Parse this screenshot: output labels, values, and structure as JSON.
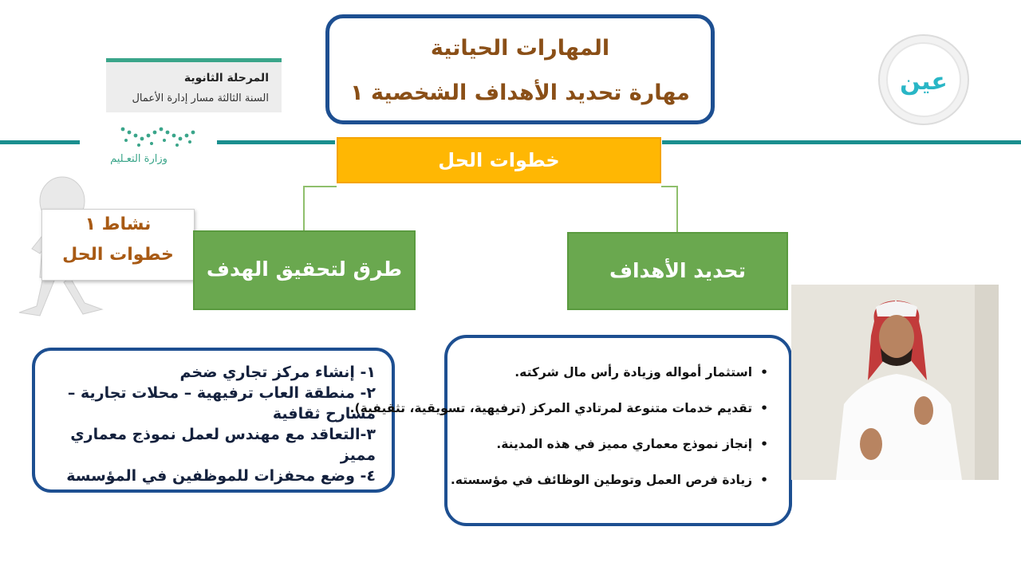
{
  "title": {
    "line1": "المهارات الحياتية",
    "line2": "مهارة تحديد الأهداف الشخصية ١"
  },
  "stage": {
    "line1": "المرحلة الثانوية",
    "line2": "السنة الثالثة مسار إدارة الأعمال"
  },
  "ministry": {
    "name": "وزارة التعـليم"
  },
  "logo": {
    "text": "عين"
  },
  "activity": {
    "line1": "نشاط ١",
    "line2": "خطوات الحل"
  },
  "solution_steps": {
    "label": "خطوات الحل"
  },
  "left_branch": {
    "label": "طرق لتحقيق الهدف",
    "items": [
      "١- إنشاء مركز تجاري ضخم",
      "٢- منطقة العاب ترفيهية – محلات تجارية – مسارح ثقافية",
      "٣-التعاقد مع مهندس لعمل نموذج معماري مميز",
      "٤- وضع محفزات للموظفين في المؤسسة"
    ]
  },
  "right_branch": {
    "label": "تحديد الأهداف",
    "items": [
      "استثمار أمواله وزيادة رأس مال شركته.",
      "تقديم خدمات متنوعة لمرتادي المركز (ترفيهية، تسويقية، تثقيفية).",
      "إنجاز نموذج معماري مميز في هذه المدينة.",
      "زيادة فرص العمل وتوطين الوظائف في مؤسسته."
    ]
  },
  "colors": {
    "teal": "#1b8f8f",
    "navy": "#1d4f91",
    "orange": "#ffb703",
    "green": "#6aa84f",
    "brown": "#8a4f17"
  }
}
